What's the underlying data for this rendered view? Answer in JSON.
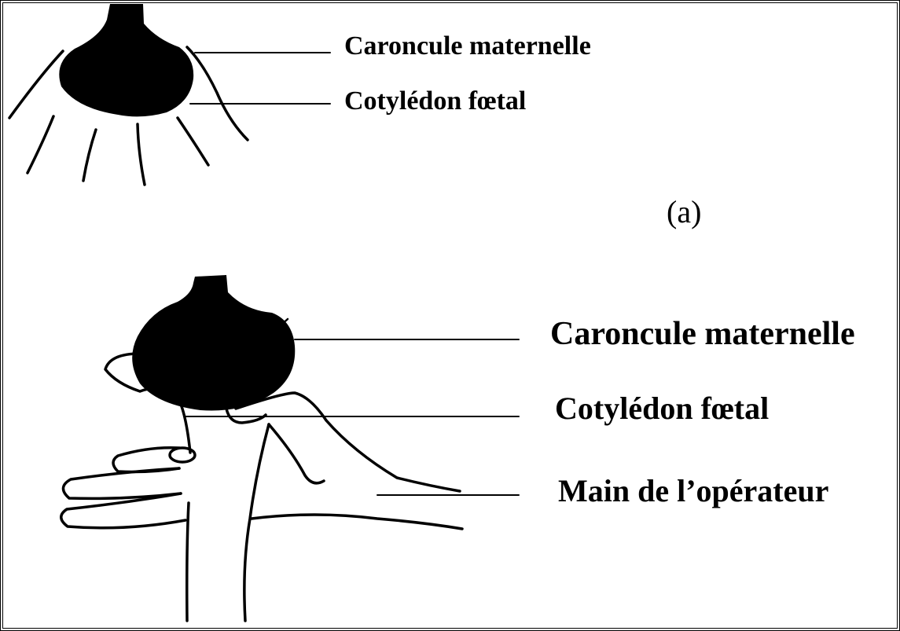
{
  "figure": {
    "panel_a": {
      "label": "(a)",
      "caroncule_label": "Caroncule maternelle",
      "cotyledon_label": "Cotylédon fœtal"
    },
    "panel_b": {
      "caroncule_label": "Caroncule maternelle",
      "cotyledon_label": "Cotylédon fœtal",
      "hand_label": "Main de l’opérateur"
    }
  },
  "colors": {
    "ink": "#000000",
    "background": "#ffffff"
  }
}
